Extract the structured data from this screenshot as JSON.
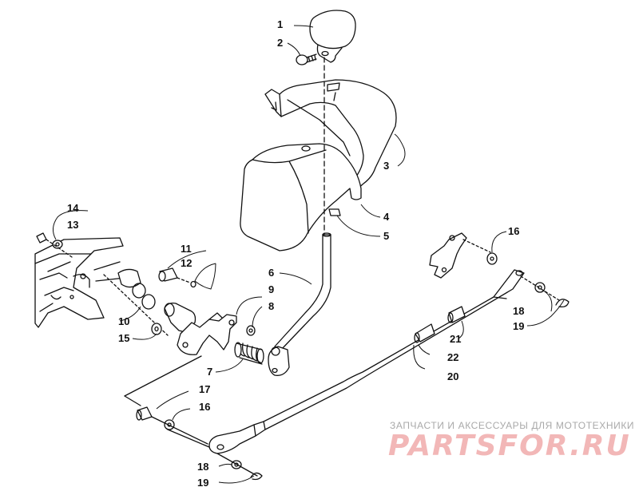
{
  "callouts": [
    {
      "id": "c1",
      "label": "1"
    },
    {
      "id": "c2",
      "label": "2"
    },
    {
      "id": "c3",
      "label": "3"
    },
    {
      "id": "c4",
      "label": "4"
    },
    {
      "id": "c5",
      "label": "5"
    },
    {
      "id": "c6",
      "label": "6"
    },
    {
      "id": "c7",
      "label": "7"
    },
    {
      "id": "c8",
      "label": "8"
    },
    {
      "id": "c9",
      "label": "9"
    },
    {
      "id": "c10",
      "label": "10"
    },
    {
      "id": "c11",
      "label": "11"
    },
    {
      "id": "c12",
      "label": "12"
    },
    {
      "id": "c13",
      "label": "13"
    },
    {
      "id": "c14",
      "label": "14"
    },
    {
      "id": "c15",
      "label": "15"
    },
    {
      "id": "c16a",
      "label": "16"
    },
    {
      "id": "c16b",
      "label": "16"
    },
    {
      "id": "c17",
      "label": "17"
    },
    {
      "id": "c18a",
      "label": "18"
    },
    {
      "id": "c18b",
      "label": "18"
    },
    {
      "id": "c19a",
      "label": "19"
    },
    {
      "id": "c19b",
      "label": "19"
    },
    {
      "id": "c20",
      "label": "20"
    },
    {
      "id": "c21",
      "label": "21"
    },
    {
      "id": "c22",
      "label": "22"
    }
  ],
  "watermark": {
    "tagline": "ЗАПЧАСТИ И АКСЕССУАРЫ ДЛЯ МОТОТЕХНИКИ",
    "brand": "PARTSFOR.RU",
    "brand_color": "#f2b7b7",
    "tagline_color": "#a9a9a9"
  }
}
